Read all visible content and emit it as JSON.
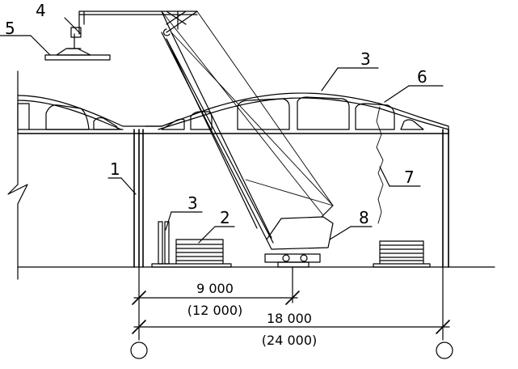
{
  "labels": {
    "l1": "1",
    "l2": "2",
    "l3a": "3",
    "l3b": "3",
    "l4": "4",
    "l5": "5",
    "l6": "6",
    "l7": "7",
    "l8": "8"
  },
  "dimensions": {
    "d1_main": "9 000",
    "d1_alt": "(12 000)",
    "d2_main": "18 000",
    "d2_alt": "(24 000)"
  }
}
